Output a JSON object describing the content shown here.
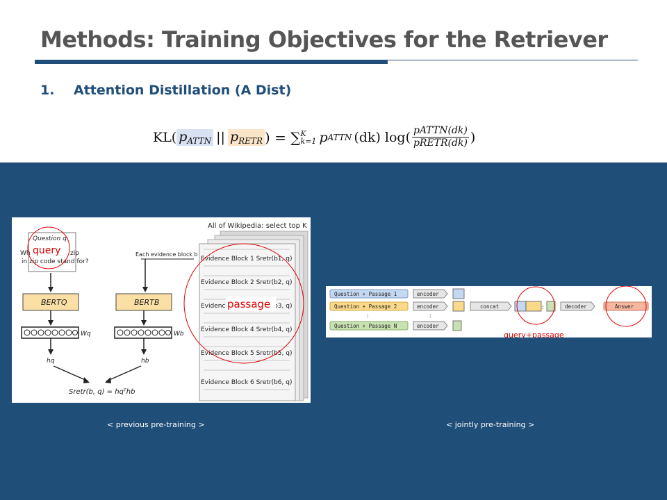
{
  "slide": {
    "title": "Methods: Training Objectives for the Retriever",
    "section_number": "1.",
    "section_title": "Attention Distillation (A Dist)"
  },
  "formula": {
    "kl": "KL(",
    "p1": "p",
    "p1_sub": "ATTN",
    "sep": "||",
    "p2": "p",
    "p2_sub": "RETR",
    "eq": ") = ∑",
    "sum_upper": "K",
    "sum_lower": "k=1",
    "term_p": "p",
    "term_sub": "ATTN",
    "term_arg": "(dk) log(",
    "frac_top": "pATTN(dk)",
    "frac_bottom": "pRETR(dk)",
    "close": ")"
  },
  "left_figure": {
    "header": "All of Wikipedia: select top K",
    "question_tab": "Question q",
    "question_text_1": "Wh",
    "question_text_1b": "zip",
    "question_text_2": "in zip code stand for?",
    "evidence_label": "Each evidence block b",
    "bert_q": "BERTQ",
    "bert_b": "BERTB",
    "w_q": "Wq",
    "w_b": "Wb",
    "h_q": "hq",
    "h_b": "hb",
    "score": "Sretr(b, q) = hqᵀhb",
    "blocks": [
      "Evidence Block 1 Sretr(b1, q)",
      "Evidence Block 2 Sretr(b2, q)",
      "Evidence Block 3 Sretr(b3, q)",
      "Evidence Block 4 Sretr(b4, q)",
      "Evidence Block 5 Sretr(b5, q)",
      "Evidence Block 6 Sretr(b6, q)"
    ],
    "query_annotation": "query",
    "passage_annotation": "passage",
    "caption": "< previous pre-training >"
  },
  "right_figure": {
    "inputs": [
      "Question + Passage 1",
      "Question + Passage 2",
      "Question + Passage N"
    ],
    "encoder": "encoder",
    "dots": ":",
    "concat": "concat",
    "decoder": "decoder",
    "answer": "Answer",
    "annotation": "query+passage",
    "caption": "< jointly pre-training >"
  },
  "colors": {
    "navy": "#1f4e79",
    "title_gray": "#555555",
    "highlight_blue": "#d9e2f3",
    "highlight_orange": "#fbe5c8",
    "annotation_red": "#e00000"
  }
}
